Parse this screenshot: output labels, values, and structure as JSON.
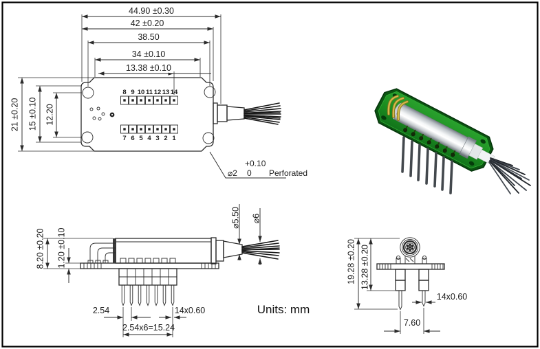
{
  "units_label": "Units: mm",
  "colors": {
    "drawing_line": "#2b2b2b",
    "border": "#000000",
    "pcb_green": "#1e8b22",
    "pcb_green_dark": "#0b5511",
    "metal_silver": "#d9dde0",
    "pin_gold": "#c9b23c",
    "fiber_black": "#1c1c1c"
  },
  "top_view": {
    "h_dims": [
      "44.90 ±0.30",
      "42 ±0.20",
      "38.50",
      "34 ±0.10",
      "13.38 ±0.10"
    ],
    "v_dims": [
      "21 ±0.20",
      "15 ±0.10",
      "12.20"
    ],
    "pins_top": [
      "8",
      "9",
      "10",
      "11",
      "12",
      "13",
      "14"
    ],
    "pins_bottom": [
      "7",
      "6",
      "5",
      "4",
      "3",
      "2",
      "1"
    ],
    "hole_callout": {
      "diameter": "⌀2",
      "tol_upper": "+0.10",
      "tol_lower": "0",
      "note": "Perforated"
    }
  },
  "side_view": {
    "height_dims": [
      "8.20 ±0.20",
      "1.20 ±0.10"
    ],
    "fiber_dims": [
      "⌀5.50",
      "⌀6"
    ],
    "bottom_dims": [
      "2.54",
      "14x0.60",
      "2.54x6=15.24"
    ]
  },
  "end_view": {
    "height_dims": [
      "19.28 ±0.20",
      "13.28 ±0.20"
    ],
    "pin_dims": [
      "14x0.60",
      "7.60"
    ]
  }
}
